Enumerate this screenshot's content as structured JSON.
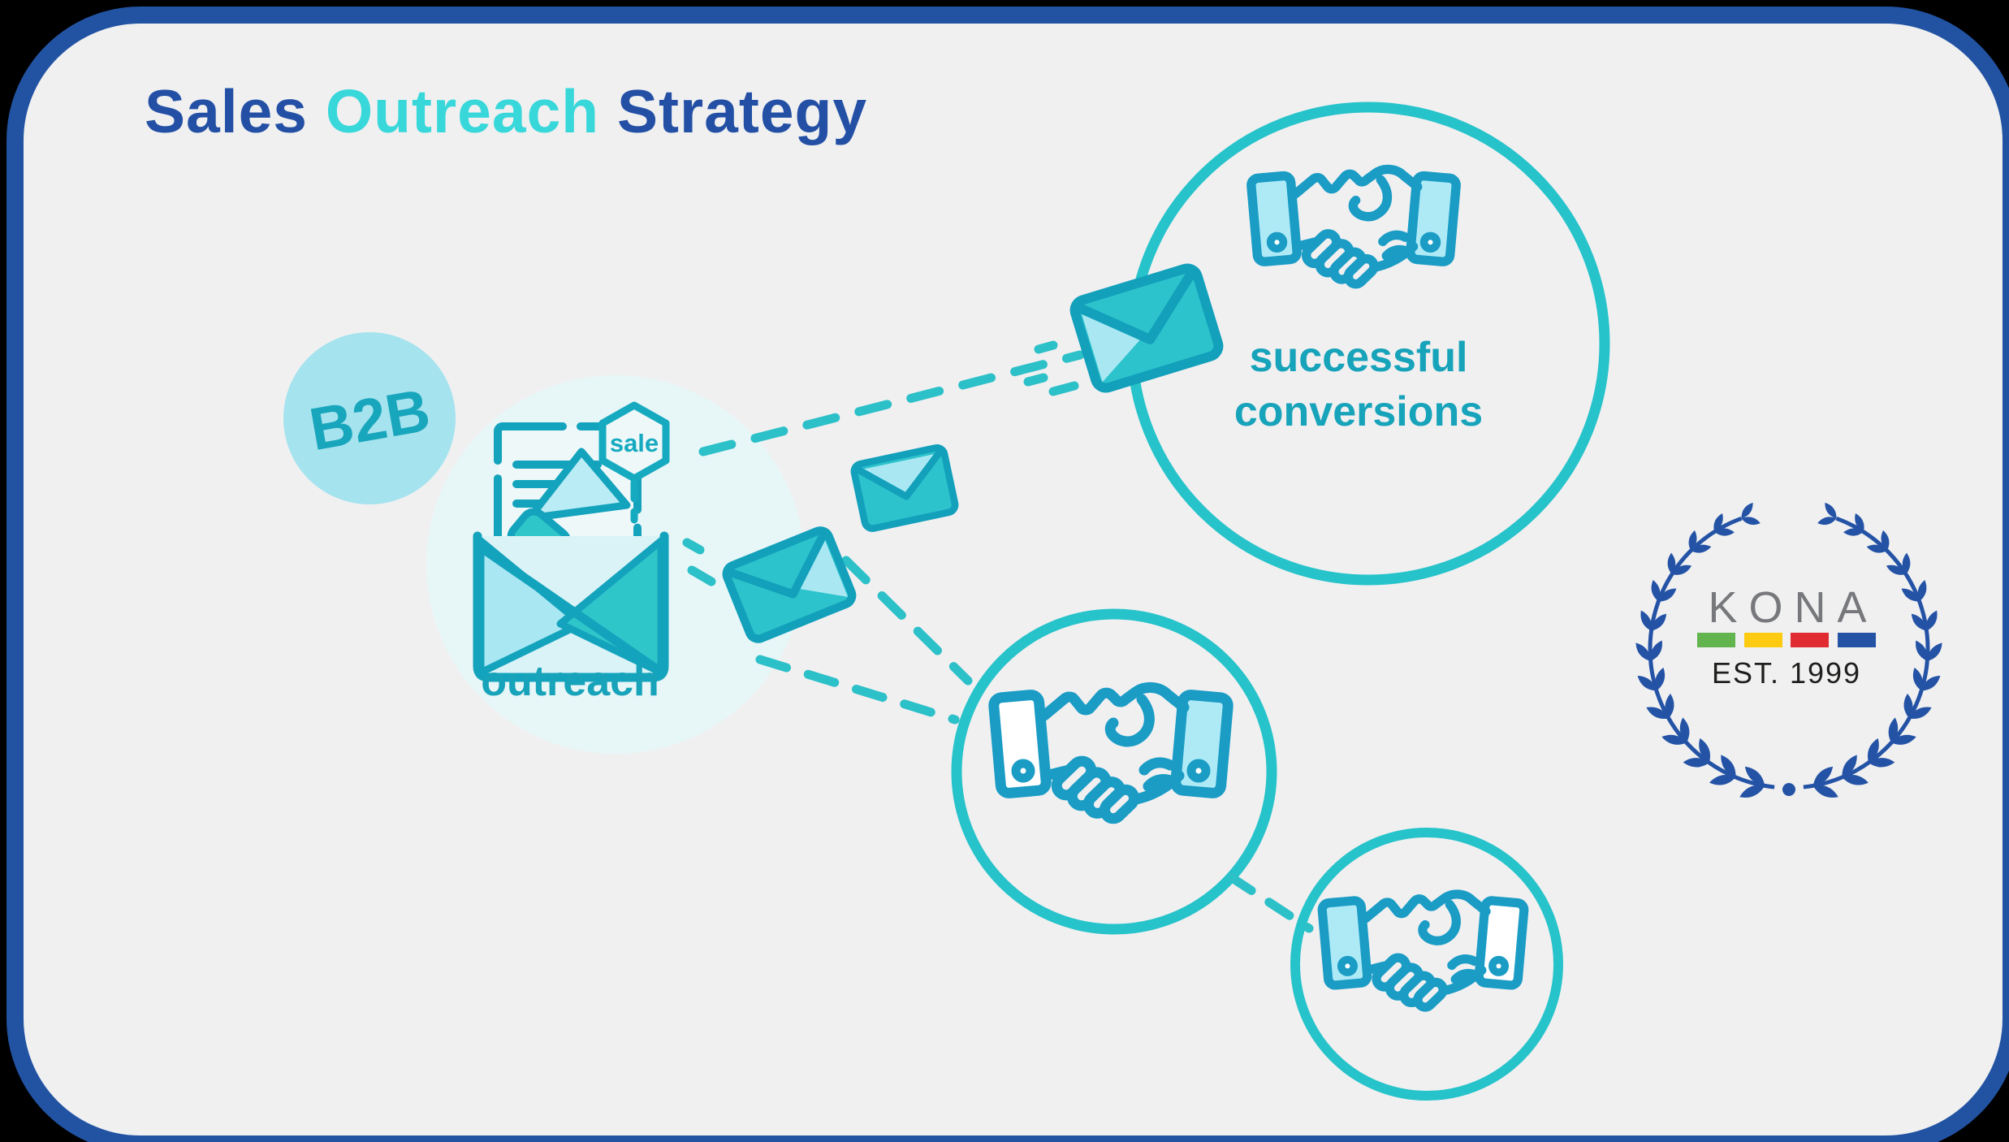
{
  "title": {
    "part1": "Sales",
    "part2": "Outreach",
    "part3": "Strategy"
  },
  "b2b_badge": {
    "label": "B2B"
  },
  "outreach_node": {
    "label": "outreach",
    "sale_tag": "sale"
  },
  "conversion_node": {
    "label_line1": "successful",
    "label_line2": "conversions"
  },
  "logo": {
    "brand": "KONA",
    "established": "EST. 1999",
    "bar_colors": [
      "#62b54e",
      "#fecb10",
      "#e02b31",
      "#2453a6"
    ],
    "wreath_color": "#2453a6",
    "brand_color": "#77787b",
    "established_color": "#1e1e1c"
  },
  "colors": {
    "outside_background": "#000000",
    "panel_background": "#f0f0f1",
    "panel_border": "#2253a3",
    "title_navy": "#2350a5",
    "title_turquoise": "#38d7da",
    "label_teal": "#17a3ba",
    "icon_outline_teal": "#12a0bb",
    "handshake_stroke": "#1a9cc5",
    "circle_stroke": "#27c3ca",
    "dash_teal": "#2cc0c8",
    "envelope_fill": "#2cc3cc",
    "envelope_light": "#a9e8f3",
    "cuff_cyan": "#aeeaf6",
    "glow_circle": "#e7f6f7",
    "b2b_circle": "#a5e3ef"
  }
}
